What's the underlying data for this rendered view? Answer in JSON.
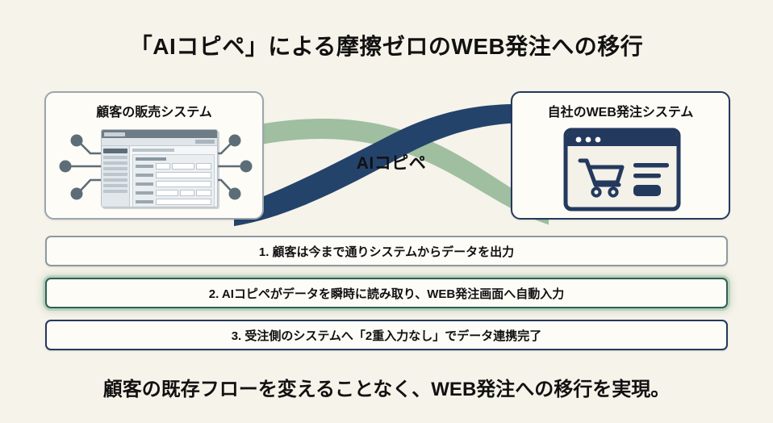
{
  "slide": {
    "title": "「AIコピペ」による摩擦ゼロのWEB発注への移行",
    "footer": "顧客の既存フローを変えることなく、WEB発注への移行を実現。",
    "background_color": "#f6f3ea"
  },
  "diagram": {
    "source_card": {
      "title": "顧客の販売システム",
      "border_color": "#9aa6ad",
      "artwork": "sales-system-screenshot",
      "node_color": "#5d6d78"
    },
    "target_card": {
      "title": "自社のWEB発注システム",
      "border_color": "#24395e",
      "artwork": "web-order-browser-cart",
      "icon_color": "#24395e"
    },
    "connector": {
      "label": "AIコピペ",
      "ribbon_green": "#9fbfa0",
      "ribbon_navy": "#24436b"
    }
  },
  "steps": [
    {
      "number": "1.",
      "text": "1. 顧客は今まで通りシステムからデータを出力",
      "border_color": "#8e9aa2",
      "highlighted": "false"
    },
    {
      "number": "2.",
      "text": "2. AIコピペがデータを瞬時に読み取り、WEB発注画面へ自動入力",
      "border_color": "#2f5f55",
      "highlighted": "true"
    },
    {
      "number": "3.",
      "text": "3. 受注側のシステムへ「2重入力なし」でデータ連携完了",
      "border_color": "#24395e",
      "highlighted": "false"
    }
  ]
}
